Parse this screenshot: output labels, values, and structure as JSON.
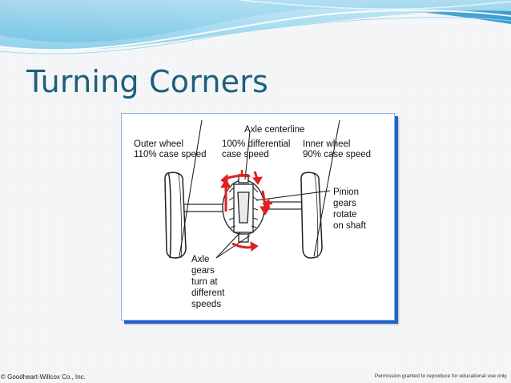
{
  "slide": {
    "title": "Turning Corners"
  },
  "diagram": {
    "labels": {
      "outer_wheel": "Outer wheel",
      "outer_speed": "110% case speed",
      "axle_centerline": "Axle centerline",
      "differential_pct": "100% differential",
      "case_speed": "case speed",
      "inner_wheel": "Inner wheel",
      "inner_speed": "90% case speed",
      "pinion_1": "Pinion",
      "pinion_2": "gears",
      "pinion_3": "rotate",
      "pinion_4": "on shaft",
      "axle_1": "Axle",
      "axle_2": "gears",
      "axle_3": "turn at",
      "axle_4": "different",
      "axle_5": "speeds"
    },
    "colors": {
      "arrow": "#e02020",
      "frame_shadow": "#1f63c8"
    }
  },
  "footer": {
    "left": "© Goodheart-Willcox Co., Inc.",
    "right": "Permission granted to reproduce for educational use only."
  },
  "theme": {
    "title_color": "#1e5f7b",
    "banner_color": "#5fb3d8"
  }
}
